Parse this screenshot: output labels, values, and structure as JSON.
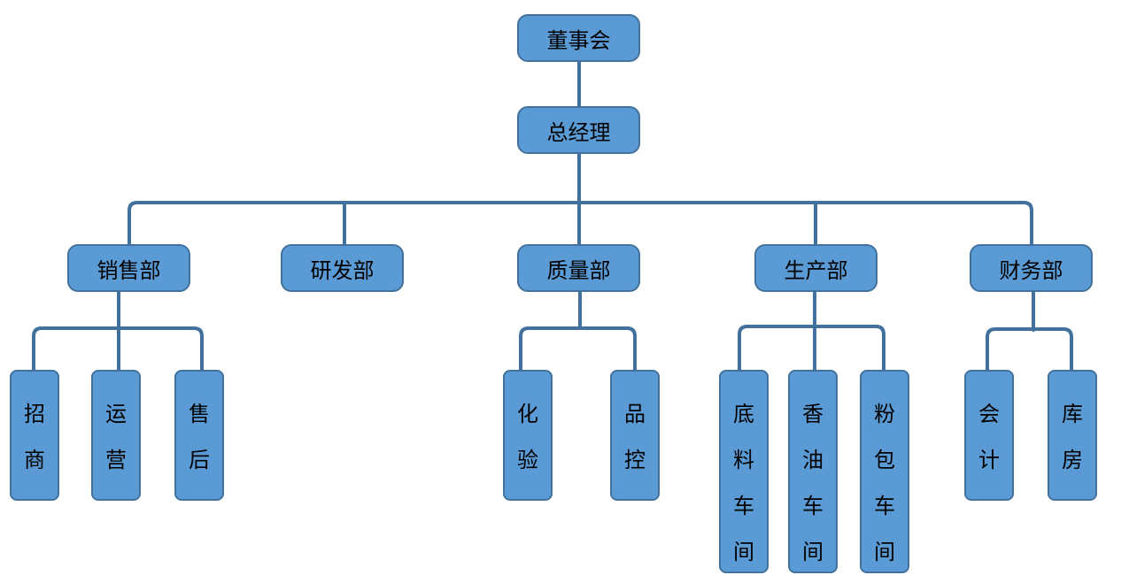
{
  "org": {
    "board": "董事会",
    "gm": "总经理",
    "departments": [
      {
        "name": "销售部",
        "subs": [
          "招商",
          "运营",
          "售后"
        ]
      },
      {
        "name": "研发部",
        "subs": []
      },
      {
        "name": "质量部",
        "subs": [
          "化验",
          "品控"
        ]
      },
      {
        "name": "生产部",
        "subs": [
          "底料车间",
          "香油车间",
          "粉包车间"
        ]
      },
      {
        "name": "财务部",
        "subs": [
          "会计",
          "库房"
        ]
      }
    ]
  },
  "colors": {
    "box_fill": "#5b9bd5",
    "box_border": "#41719c",
    "connector": "#41719c"
  }
}
